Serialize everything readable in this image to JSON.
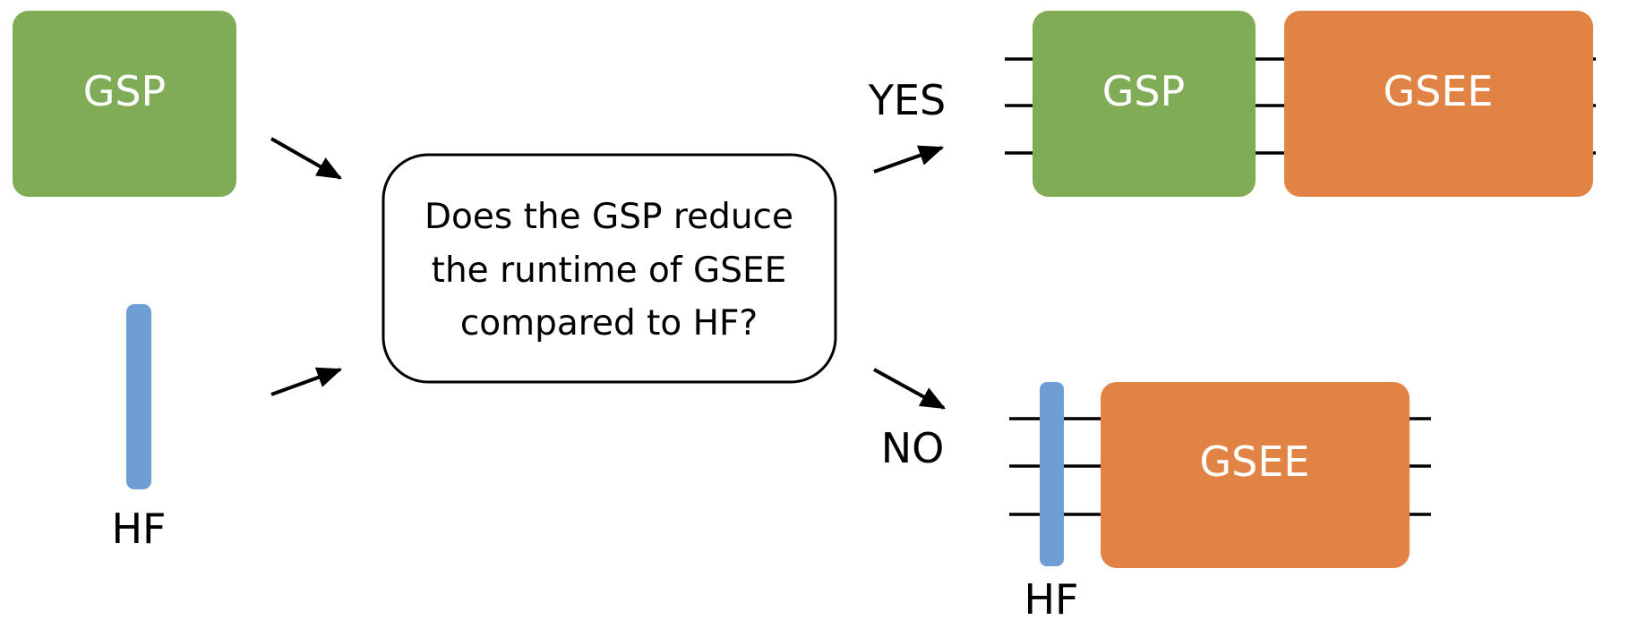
{
  "labels": {
    "gsp": "GSP",
    "hf": "HF",
    "gsee": "GSEE",
    "yes": "YES",
    "no": "NO"
  },
  "question": {
    "lines": [
      "Does the GSP reduce",
      "the runtime of GSEE",
      "compared to HF?"
    ]
  },
  "colors": {
    "gsp": "#80ac57",
    "gsee": "#e08344",
    "hf": "#6f9ed4",
    "line": "#000000"
  }
}
